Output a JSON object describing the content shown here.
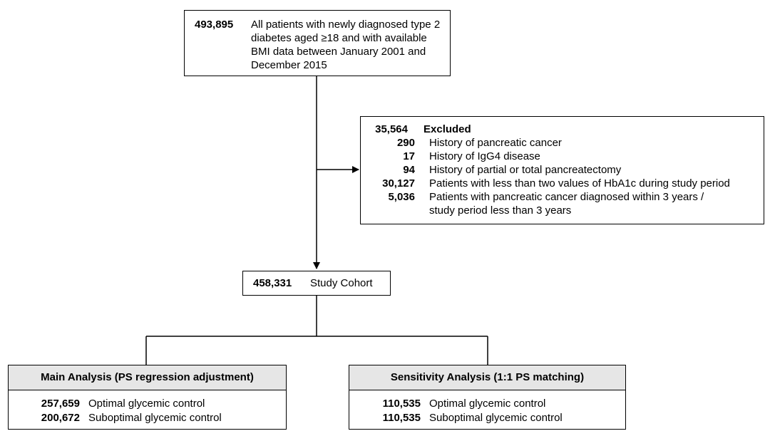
{
  "top": {
    "count": "493,895",
    "description": "All patients with newly diagnosed type 2 diabetes aged ≥18 and with available BMI data between January 2001 and December 2015"
  },
  "excluded": {
    "count": "35,564",
    "label": "Excluded",
    "items": [
      {
        "count": "290",
        "text": "History of pancreatic cancer"
      },
      {
        "count": "17",
        "text": "History of IgG4 disease"
      },
      {
        "count": "94",
        "text": "History of partial or total pancreatectomy"
      },
      {
        "count": "30,127",
        "text": "Patients with less than two values of HbA1c during study period"
      },
      {
        "count": "5,036",
        "text": "Patients with pancreatic cancer diagnosed within 3 years /"
      }
    ],
    "continuation": "study period less than 3 years"
  },
  "cohort": {
    "count": "458,331",
    "label": "Study Cohort"
  },
  "main_analysis": {
    "title": "Main Analysis (PS regression adjustment)",
    "rows": [
      {
        "count": "257,659",
        "text": "Optimal glycemic control"
      },
      {
        "count": "200,672",
        "text": "Suboptimal glycemic control"
      }
    ]
  },
  "sensitivity_analysis": {
    "title": "Sensitivity Analysis (1:1 PS matching)",
    "rows": [
      {
        "count": "110,535",
        "text": "Optimal glycemic control"
      },
      {
        "count": "110,535",
        "text": "Suboptimal glycemic control"
      }
    ]
  }
}
